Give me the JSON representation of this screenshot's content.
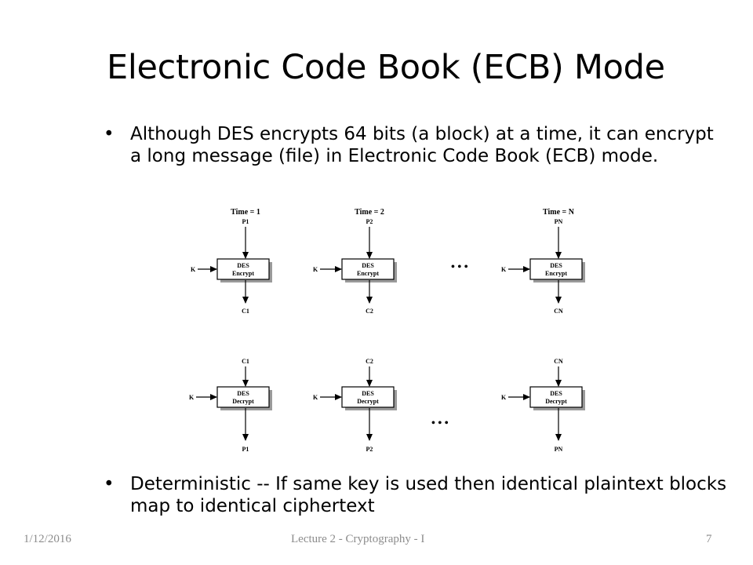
{
  "slide": {
    "title": "Electronic Code Book (ECB) Mode",
    "bullets": [
      "Although DES encrypts 64 bits (a block) at a time, it  can encrypt a long message (file) in Electronic Code Book (ECB) mode.",
      "Deterministic -- If same key is used then identical plaintext blocks map to identical ciphertext"
    ],
    "bullet_symbol": "•"
  },
  "diagram": {
    "encrypt_row": [
      {
        "time": "Time = 1",
        "input": "P1",
        "key": "K",
        "box_line1": "DES",
        "box_line2": "Encrypt",
        "output": "C1"
      },
      {
        "time": "Time = 2",
        "input": "P2",
        "key": "K",
        "box_line1": "DES",
        "box_line2": "Encrypt",
        "output": "C2"
      },
      {
        "time": "Time = N",
        "input": "PN",
        "key": "K",
        "box_line1": "DES",
        "box_line2": "Encrypt",
        "output": "CN"
      }
    ],
    "decrypt_row": [
      {
        "input": "C1",
        "key": "K",
        "box_line1": "DES",
        "box_line2": "Decrypt",
        "output": "P1"
      },
      {
        "input": "C2",
        "key": "K",
        "box_line1": "DES",
        "box_line2": "Decrypt",
        "output": "P2"
      },
      {
        "input": "CN",
        "key": "K",
        "box_line1": "DES",
        "box_line2": "Decrypt",
        "output": "PN"
      }
    ],
    "ellipsis": "• • •"
  },
  "footer": {
    "date": "1/12/2016",
    "title": "Lecture 2 - Cryptography - I",
    "page": "7"
  }
}
